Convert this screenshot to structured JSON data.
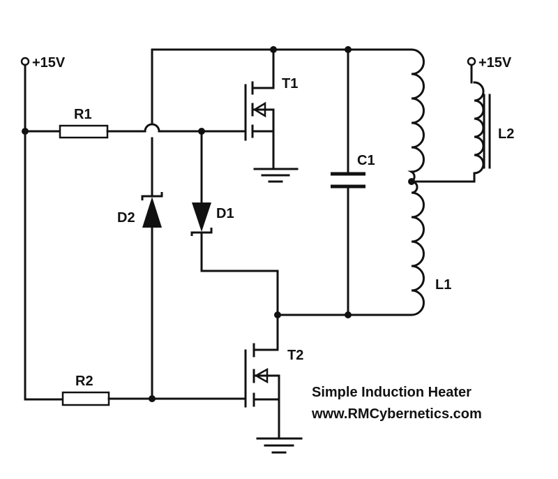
{
  "terminals": {
    "supply_left": "+15V",
    "supply_right": "+15V"
  },
  "components": {
    "r1": "R1",
    "r2": "R2",
    "d1": "D1",
    "d2": "D2",
    "t1": "T1",
    "t2": "T2",
    "c1": "C1",
    "l1": "L1",
    "l2": "L2"
  },
  "caption": {
    "title": "Simple Induction Heater",
    "website": "www.RMCybernetics.com"
  }
}
